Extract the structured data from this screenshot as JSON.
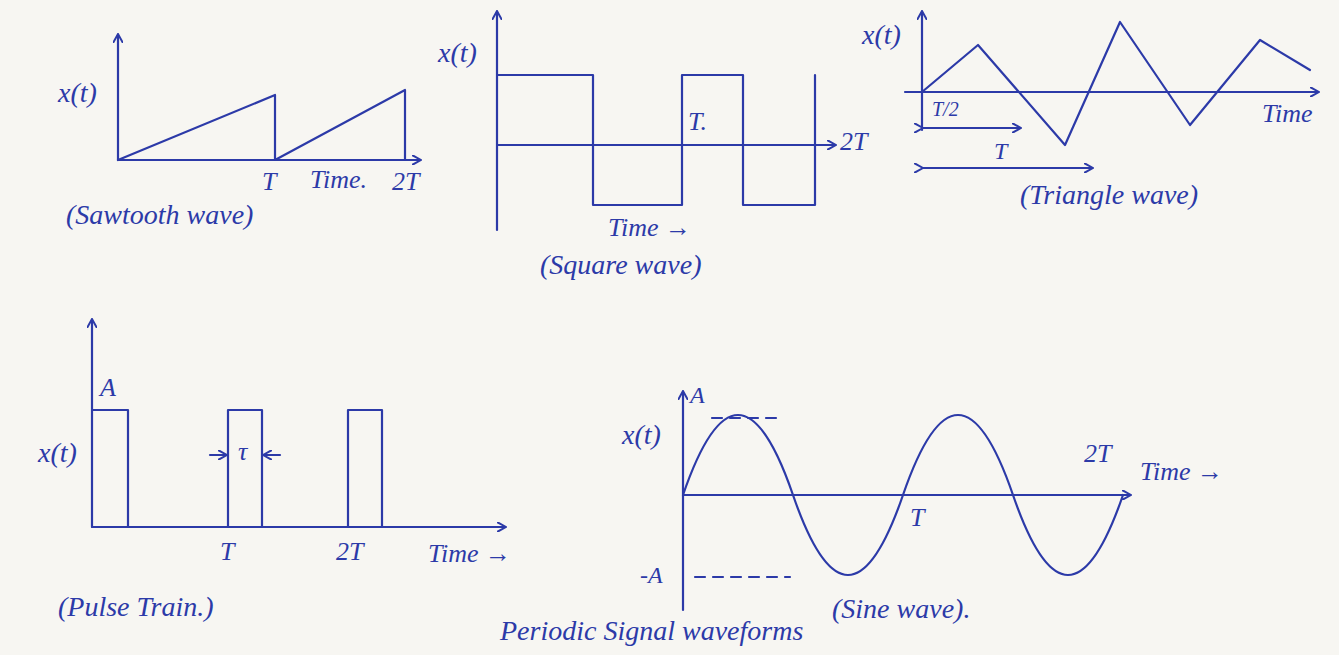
{
  "diagram": {
    "labels": [
      "x(t)",
      "T",
      "Time.",
      "2T",
      "(Sawtooth wave)",
      "x(t)",
      "T.",
      "2T",
      "Time →",
      "(Square wave)",
      "x(t)",
      "T/2",
      "T",
      "Time",
      "(Triangle wave)",
      "x(t)",
      "A",
      "τ",
      "T",
      "2T",
      "Time →",
      "(Pulse Train.)",
      "x(t)",
      "A",
      "-A",
      "T",
      "2T",
      "Time →",
      "(Sine wave).",
      "Periodic Signal waveforms"
    ]
  }
}
